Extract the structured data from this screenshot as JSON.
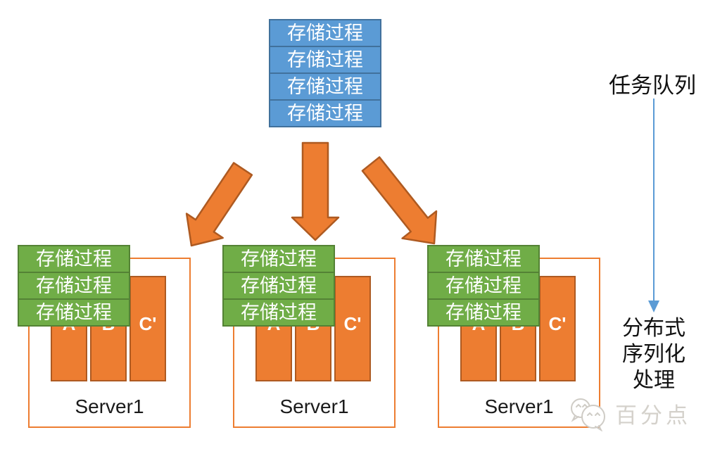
{
  "diagram": {
    "queue_stack": {
      "items": [
        "存储过程",
        "存储过程",
        "存储过程",
        "存储过程"
      ]
    },
    "task_queue_label": "任务队列",
    "process_steps": [
      "分布式",
      "序列化",
      "处理"
    ],
    "servers": [
      {
        "name": "Server1",
        "stack": [
          "存储过程",
          "存储过程",
          "存储过程"
        ],
        "columns": [
          "A",
          "B",
          "C'"
        ]
      },
      {
        "name": "Server1",
        "stack": [
          "存储过程",
          "存储过程",
          "存储过程"
        ],
        "columns": [
          "A",
          "B",
          "C'"
        ]
      },
      {
        "name": "Server1",
        "stack": [
          "存储过程",
          "存储过程",
          "存储过程"
        ],
        "columns": [
          "A",
          "B",
          "C'"
        ]
      }
    ],
    "watermark_text": "百分点",
    "colors": {
      "queue_blue": "#5B9BD5",
      "queue_blue_border": "#41719C",
      "procedure_green": "#70AD47",
      "procedure_green_border": "#548235",
      "server_orange": "#ED7D31",
      "server_orange_border": "#AE5A21",
      "flow_arrow_blue": "#5B9BD5",
      "watermark_gray": "#D4D1CB"
    }
  }
}
